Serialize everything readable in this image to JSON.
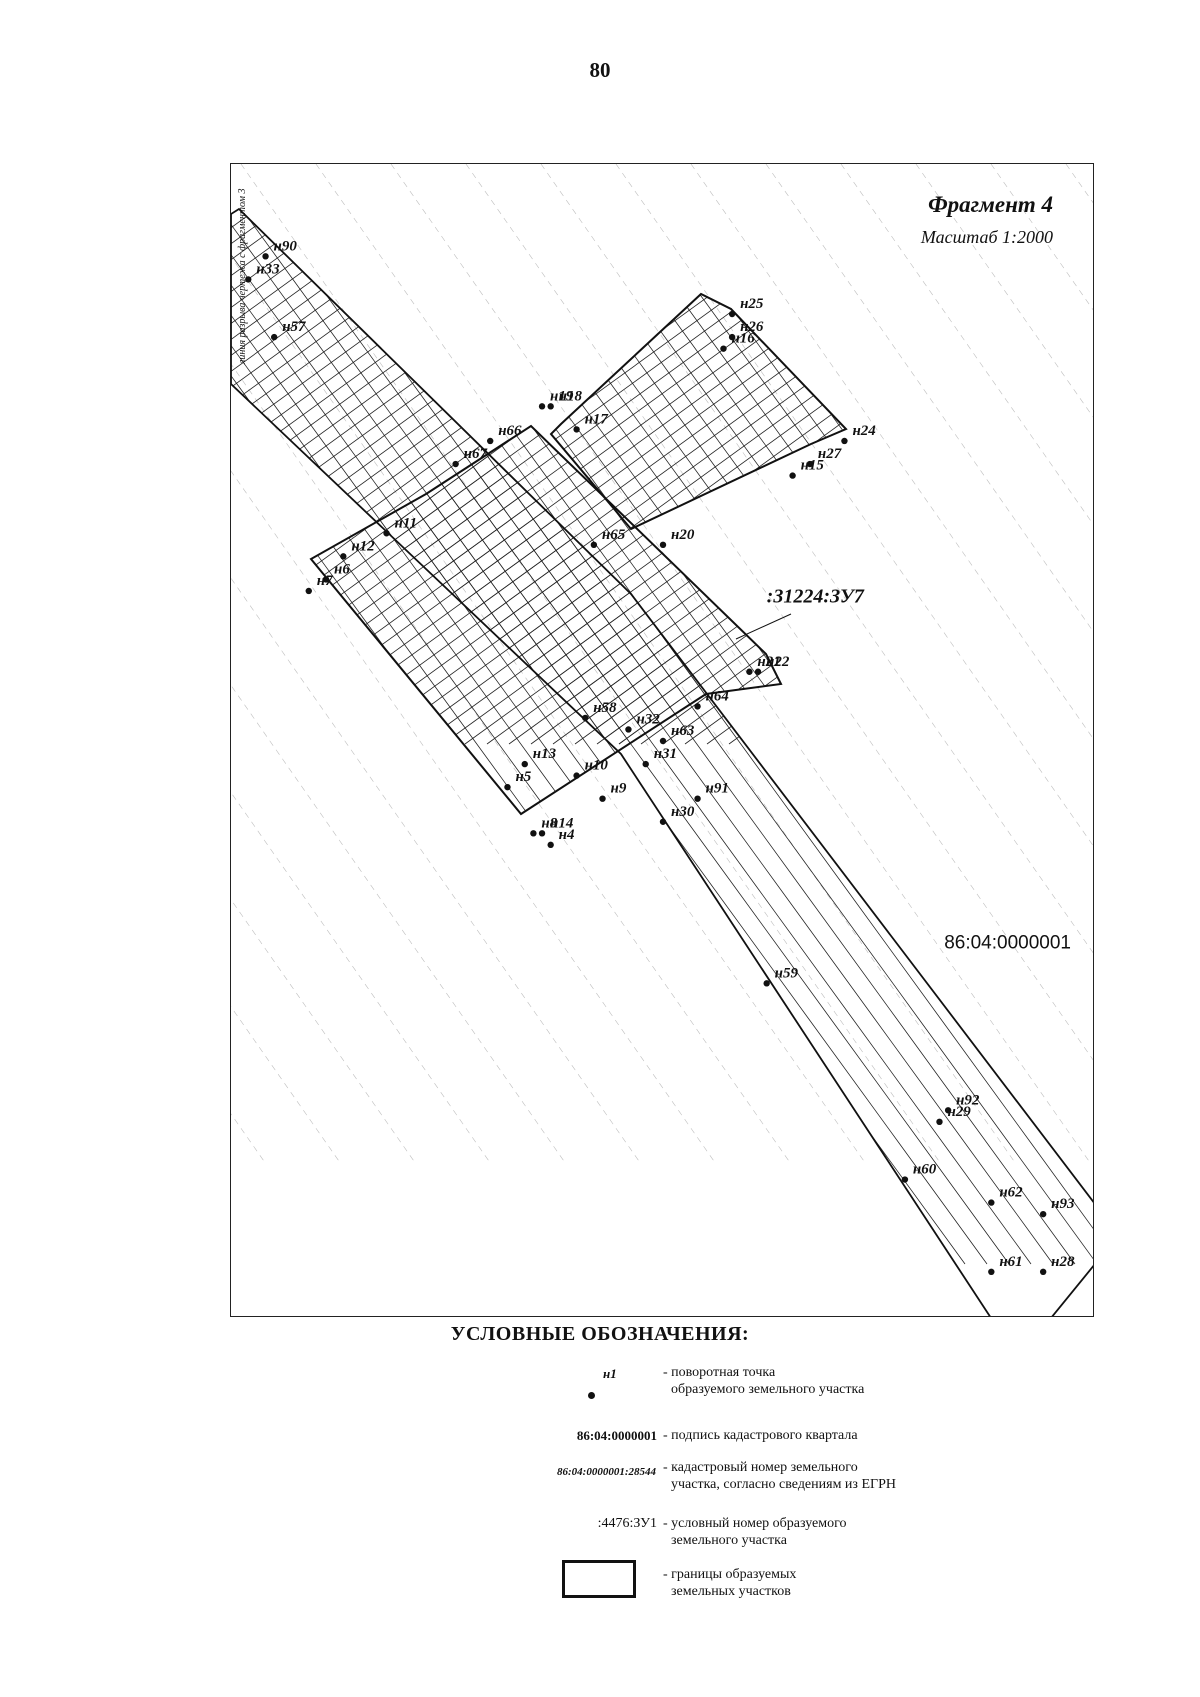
{
  "page_number": "80",
  "map": {
    "fragment_title": "Фрагмент 4",
    "scale": "Масштаб 1:2000",
    "side_note": "линия разрыва чертежа с фрагментом 3",
    "quarter_label": "86:04:0000001",
    "parcel_label": ":31224:ЗУ7",
    "points": [
      {
        "name": "н90",
        "x": 0.04,
        "y": 0.08
      },
      {
        "name": "н33",
        "x": 0.02,
        "y": 0.1
      },
      {
        "name": "н57",
        "x": 0.05,
        "y": 0.15
      },
      {
        "name": "н25",
        "x": 0.58,
        "y": 0.13
      },
      {
        "name": "н26",
        "x": 0.58,
        "y": 0.15
      },
      {
        "name": "н16",
        "x": 0.57,
        "y": 0.16
      },
      {
        "name": "н19",
        "x": 0.36,
        "y": 0.21
      },
      {
        "name": "н18",
        "x": 0.37,
        "y": 0.21
      },
      {
        "name": "н17",
        "x": 0.4,
        "y": 0.23
      },
      {
        "name": "н66",
        "x": 0.3,
        "y": 0.24
      },
      {
        "name": "н67",
        "x": 0.26,
        "y": 0.26
      },
      {
        "name": "н24",
        "x": 0.71,
        "y": 0.24
      },
      {
        "name": "н27",
        "x": 0.67,
        "y": 0.26
      },
      {
        "name": "н15",
        "x": 0.65,
        "y": 0.27
      },
      {
        "name": "н11",
        "x": 0.18,
        "y": 0.32
      },
      {
        "name": "н12",
        "x": 0.13,
        "y": 0.34
      },
      {
        "name": "н6",
        "x": 0.11,
        "y": 0.36
      },
      {
        "name": "н7",
        "x": 0.09,
        "y": 0.37
      },
      {
        "name": "н65",
        "x": 0.42,
        "y": 0.33
      },
      {
        "name": "н20",
        "x": 0.5,
        "y": 0.33
      },
      {
        "name": "н21",
        "x": 0.6,
        "y": 0.44
      },
      {
        "name": "н22",
        "x": 0.61,
        "y": 0.44
      },
      {
        "name": "н64",
        "x": 0.54,
        "y": 0.47
      },
      {
        "name": "н58",
        "x": 0.41,
        "y": 0.48
      },
      {
        "name": "н32",
        "x": 0.46,
        "y": 0.49
      },
      {
        "name": "н63",
        "x": 0.5,
        "y": 0.5
      },
      {
        "name": "н13",
        "x": 0.34,
        "y": 0.52
      },
      {
        "name": "н10",
        "x": 0.4,
        "y": 0.53
      },
      {
        "name": "н31",
        "x": 0.48,
        "y": 0.52
      },
      {
        "name": "н5",
        "x": 0.32,
        "y": 0.54
      },
      {
        "name": "н9",
        "x": 0.43,
        "y": 0.55
      },
      {
        "name": "н91",
        "x": 0.54,
        "y": 0.55
      },
      {
        "name": "н8",
        "x": 0.35,
        "y": 0.58
      },
      {
        "name": "н14",
        "x": 0.36,
        "y": 0.58
      },
      {
        "name": "н4",
        "x": 0.37,
        "y": 0.59
      },
      {
        "name": "н30",
        "x": 0.5,
        "y": 0.57
      },
      {
        "name": "н59",
        "x": 0.62,
        "y": 0.71
      },
      {
        "name": "н92",
        "x": 0.83,
        "y": 0.82
      },
      {
        "name": "н29",
        "x": 0.82,
        "y": 0.83
      },
      {
        "name": "н60",
        "x": 0.78,
        "y": 0.88
      },
      {
        "name": "н62",
        "x": 0.88,
        "y": 0.9
      },
      {
        "name": "н93",
        "x": 0.94,
        "y": 0.91
      },
      {
        "name": "н61",
        "x": 0.88,
        "y": 0.96
      },
      {
        "name": "н28",
        "x": 0.94,
        "y": 0.96
      }
    ]
  },
  "legend": {
    "title": "УСЛОВНЫЕ ОБОЗНАЧЕНИЯ:",
    "items": [
      {
        "symbol": "н1",
        "text_line1": "- поворотная точка",
        "text_line2": "образуемого земельного участка"
      },
      {
        "symbol": "86:04:0000001",
        "text_line1": "- подпись кадастрового квартала",
        "text_line2": ""
      },
      {
        "symbol": "86:04:0000001:28544",
        "text_line1": "- кадастровый номер земельного",
        "text_line2": "участка, согласно сведениям из ЕГРН"
      },
      {
        "symbol": ":4476:ЗУ1",
        "text_line1": "- условный номер образуемого",
        "text_line2": "земельного участка"
      },
      {
        "symbol": "",
        "text_line1": "- границы образуемых",
        "text_line2": "земельных участков"
      }
    ]
  }
}
